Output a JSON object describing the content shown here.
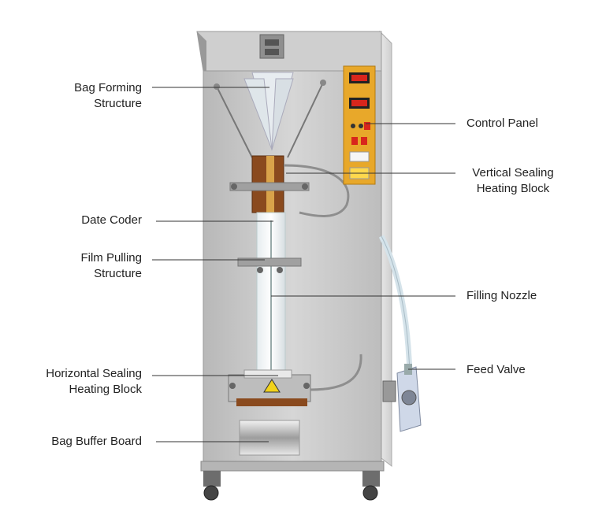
{
  "diagram": {
    "labels": {
      "bag_forming": [
        "Bag Forming",
        "Structure"
      ],
      "date_coder": [
        "Date Coder"
      ],
      "film_pulling": [
        "Film Pulling",
        "Structure"
      ],
      "horizontal_sealing": [
        "Horizontal Sealing",
        "Heating Block"
      ],
      "bag_buffer": [
        "Bag Buffer Board"
      ],
      "control_panel": [
        "Control Panel"
      ],
      "vertical_sealing": [
        "Vertical Sealing",
        "Heating Block"
      ],
      "filling_nozzle": [
        "Filling Nozzle"
      ],
      "feed_valve": [
        "Feed Valve"
      ]
    },
    "colors": {
      "machine_body": "#c9c9c9",
      "machine_edge": "#9a9a9a",
      "panel_yellow": "#e8a82a",
      "display_red": "#d8261c",
      "sealing_bronze": "#8a4a1e",
      "leader_line": "#333333"
    }
  }
}
